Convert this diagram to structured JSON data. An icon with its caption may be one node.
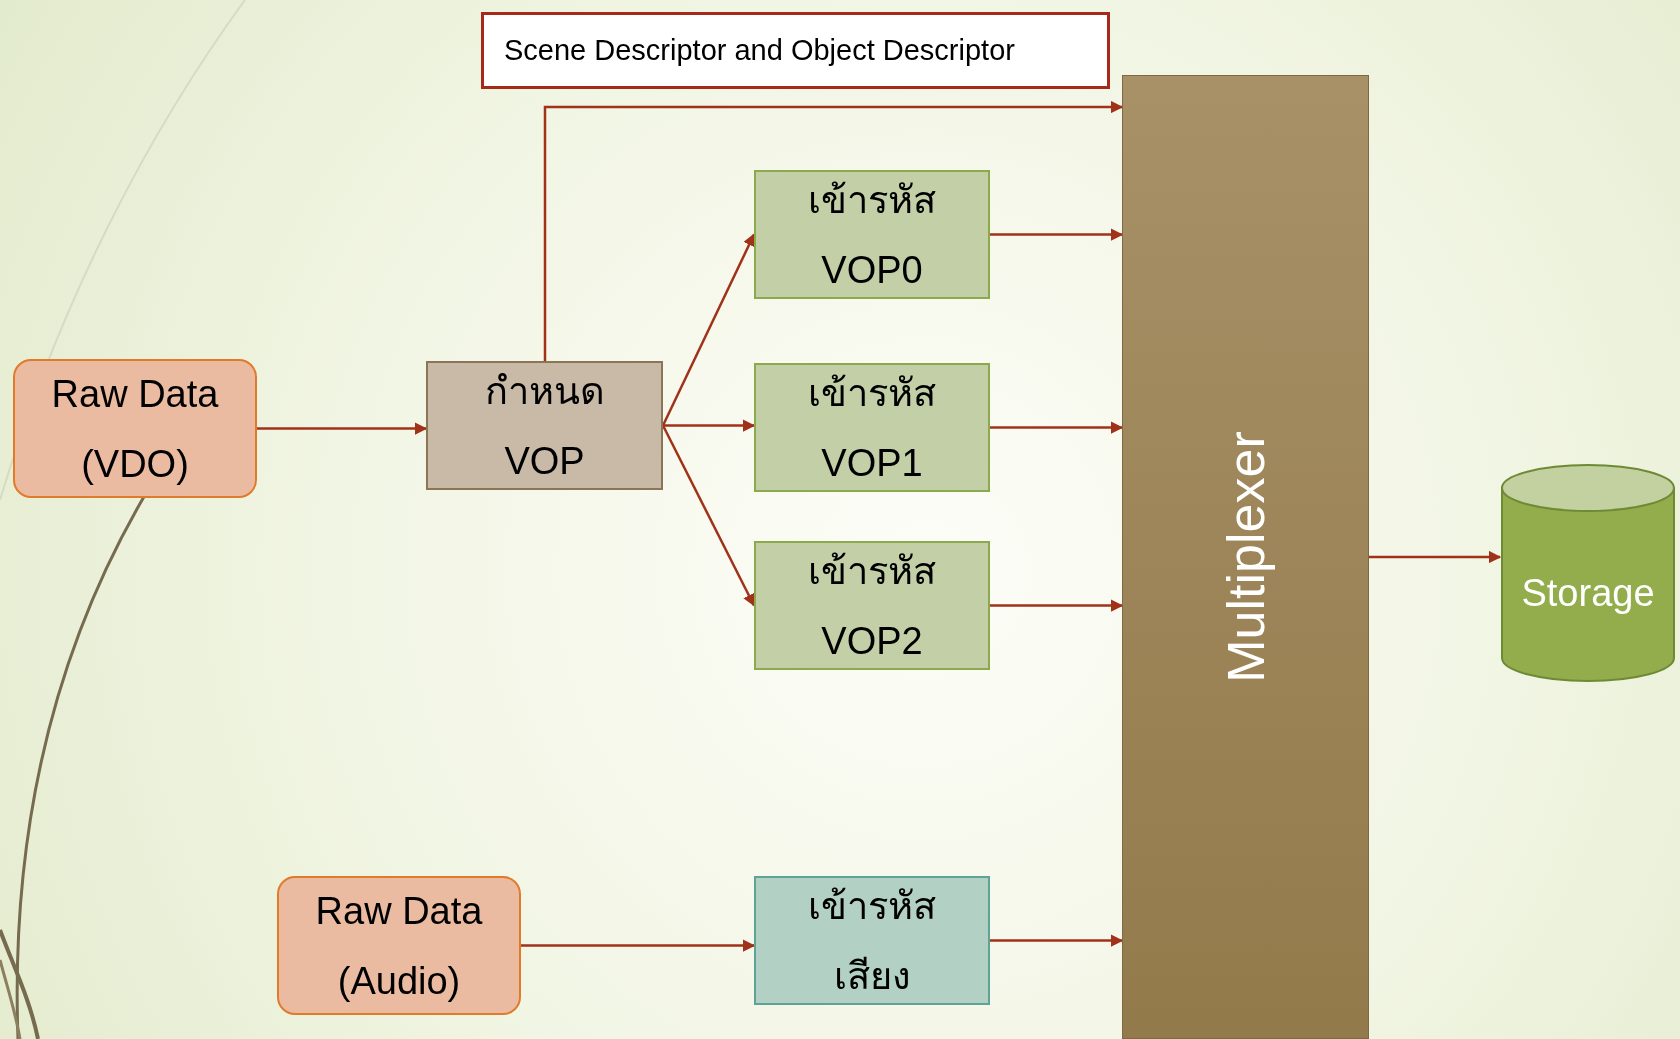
{
  "diagram": {
    "nodes": [
      {
        "text": [
          "Scene Descriptor and Object Descriptor"
        ]
      },
      {
        "text": [
          "Raw Data (VDO)"
        ]
      },
      {
        "text": [
          "กำหนด VOP"
        ]
      },
      {
        "text": [
          "เข้ารหัส VOP0"
        ]
      },
      {
        "text": [
          "เข้ารหัส VOP1"
        ]
      },
      {
        "text": [
          "เข้ารหัส VOP2"
        ]
      },
      {
        "text": [
          "Multiplexer"
        ]
      },
      {
        "text": [
          "Storage"
        ]
      },
      {
        "text": [
          "Raw Data (Audio)"
        ]
      },
      {
        "text": [
          "เข้ารหัส เสียง"
        ]
      }
    ],
    "edges": [
      {
        "from": 1,
        "to": 2,
        "arrow": "to"
      },
      {
        "from": 2,
        "to": 3,
        "arrow": "to"
      },
      {
        "from": 2,
        "to": 4,
        "arrow": "to"
      },
      {
        "from": 2,
        "to": 5,
        "arrow": "to"
      },
      {
        "from": 3,
        "to": 6,
        "arrow": "to"
      },
      {
        "from": 4,
        "to": 6,
        "arrow": "to"
      },
      {
        "from": 5,
        "to": 6,
        "arrow": "to"
      },
      {
        "from": 2,
        "to": 6,
        "arrow": "to"
      },
      {
        "from": 6,
        "to": 7,
        "arrow": "to"
      },
      {
        "from": 8,
        "to": 9,
        "arrow": "to"
      },
      {
        "from": 9,
        "to": 6,
        "arrow": "to"
      }
    ]
  }
}
